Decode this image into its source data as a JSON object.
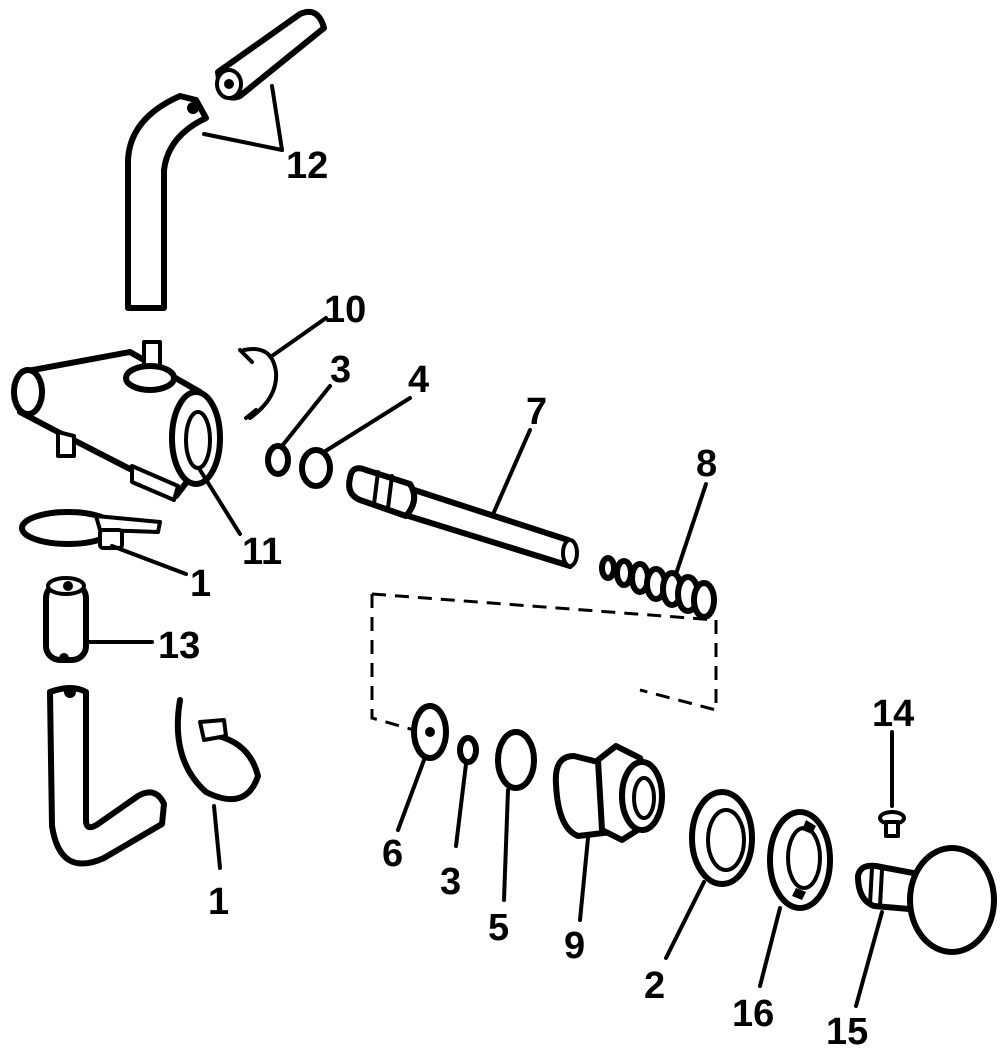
{
  "callouts": {
    "c1_clamp_upper": "1",
    "c1_clamp_lower": "1",
    "c2": "2",
    "c3_upper": "3",
    "c3_lower": "3",
    "c4": "4",
    "c5": "5",
    "c6": "6",
    "c7": "7",
    "c8": "8",
    "c9": "9",
    "c10": "10",
    "c11": "11",
    "c12": "12",
    "c13": "13",
    "c14": "14",
    "c15": "15",
    "c16": "16"
  }
}
